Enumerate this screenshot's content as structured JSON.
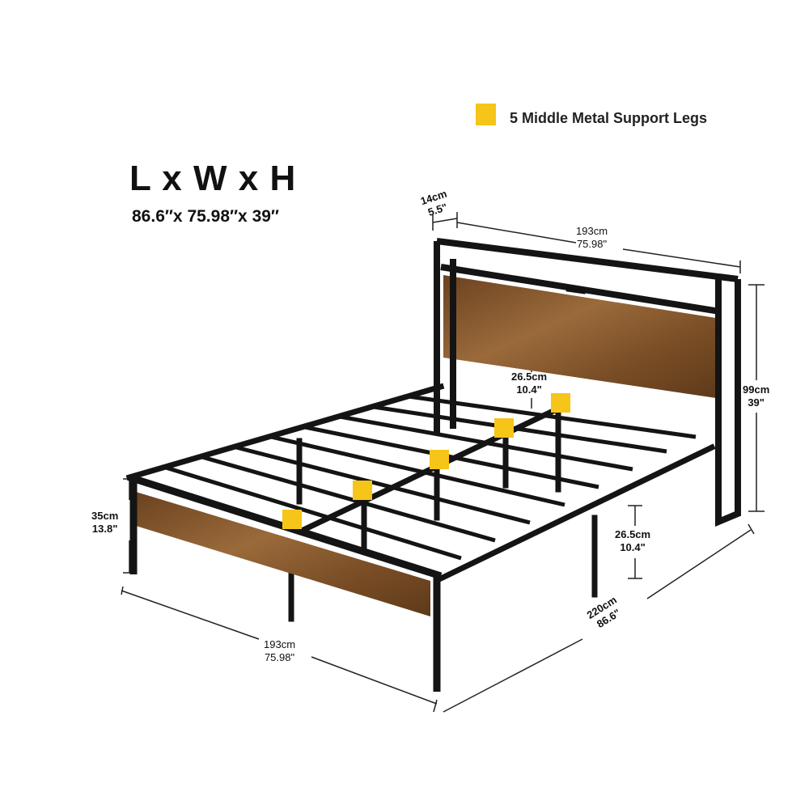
{
  "legend": {
    "label": "5 Middle Metal Support Legs",
    "color": "#f5c518"
  },
  "heading": {
    "title": "L x W x H",
    "dims": "86.6″x 75.98″x 39″"
  },
  "dimensions": {
    "headboard_depth": {
      "cm": "14cm",
      "in": "5.5\""
    },
    "headboard_width": {
      "cm": "193cm",
      "in": "75.98\""
    },
    "total_height": {
      "cm": "99cm",
      "in": "39\""
    },
    "inner_clearance": {
      "cm": "26.5cm",
      "in": "10.4\""
    },
    "under_bed_clearance": {
      "cm": "26.5cm",
      "in": "10.4\""
    },
    "footboard_height": {
      "cm": "35cm",
      "in": "13.8\""
    },
    "foot_width": {
      "cm": "193cm",
      "in": "75.98\""
    },
    "length": {
      "cm": "220cm",
      "in": "86.6\""
    }
  },
  "colors": {
    "metal": "#141414",
    "wood": "#8a5a2e",
    "wood_dark": "#5e3a1a",
    "support_marker": "#f5c518"
  }
}
